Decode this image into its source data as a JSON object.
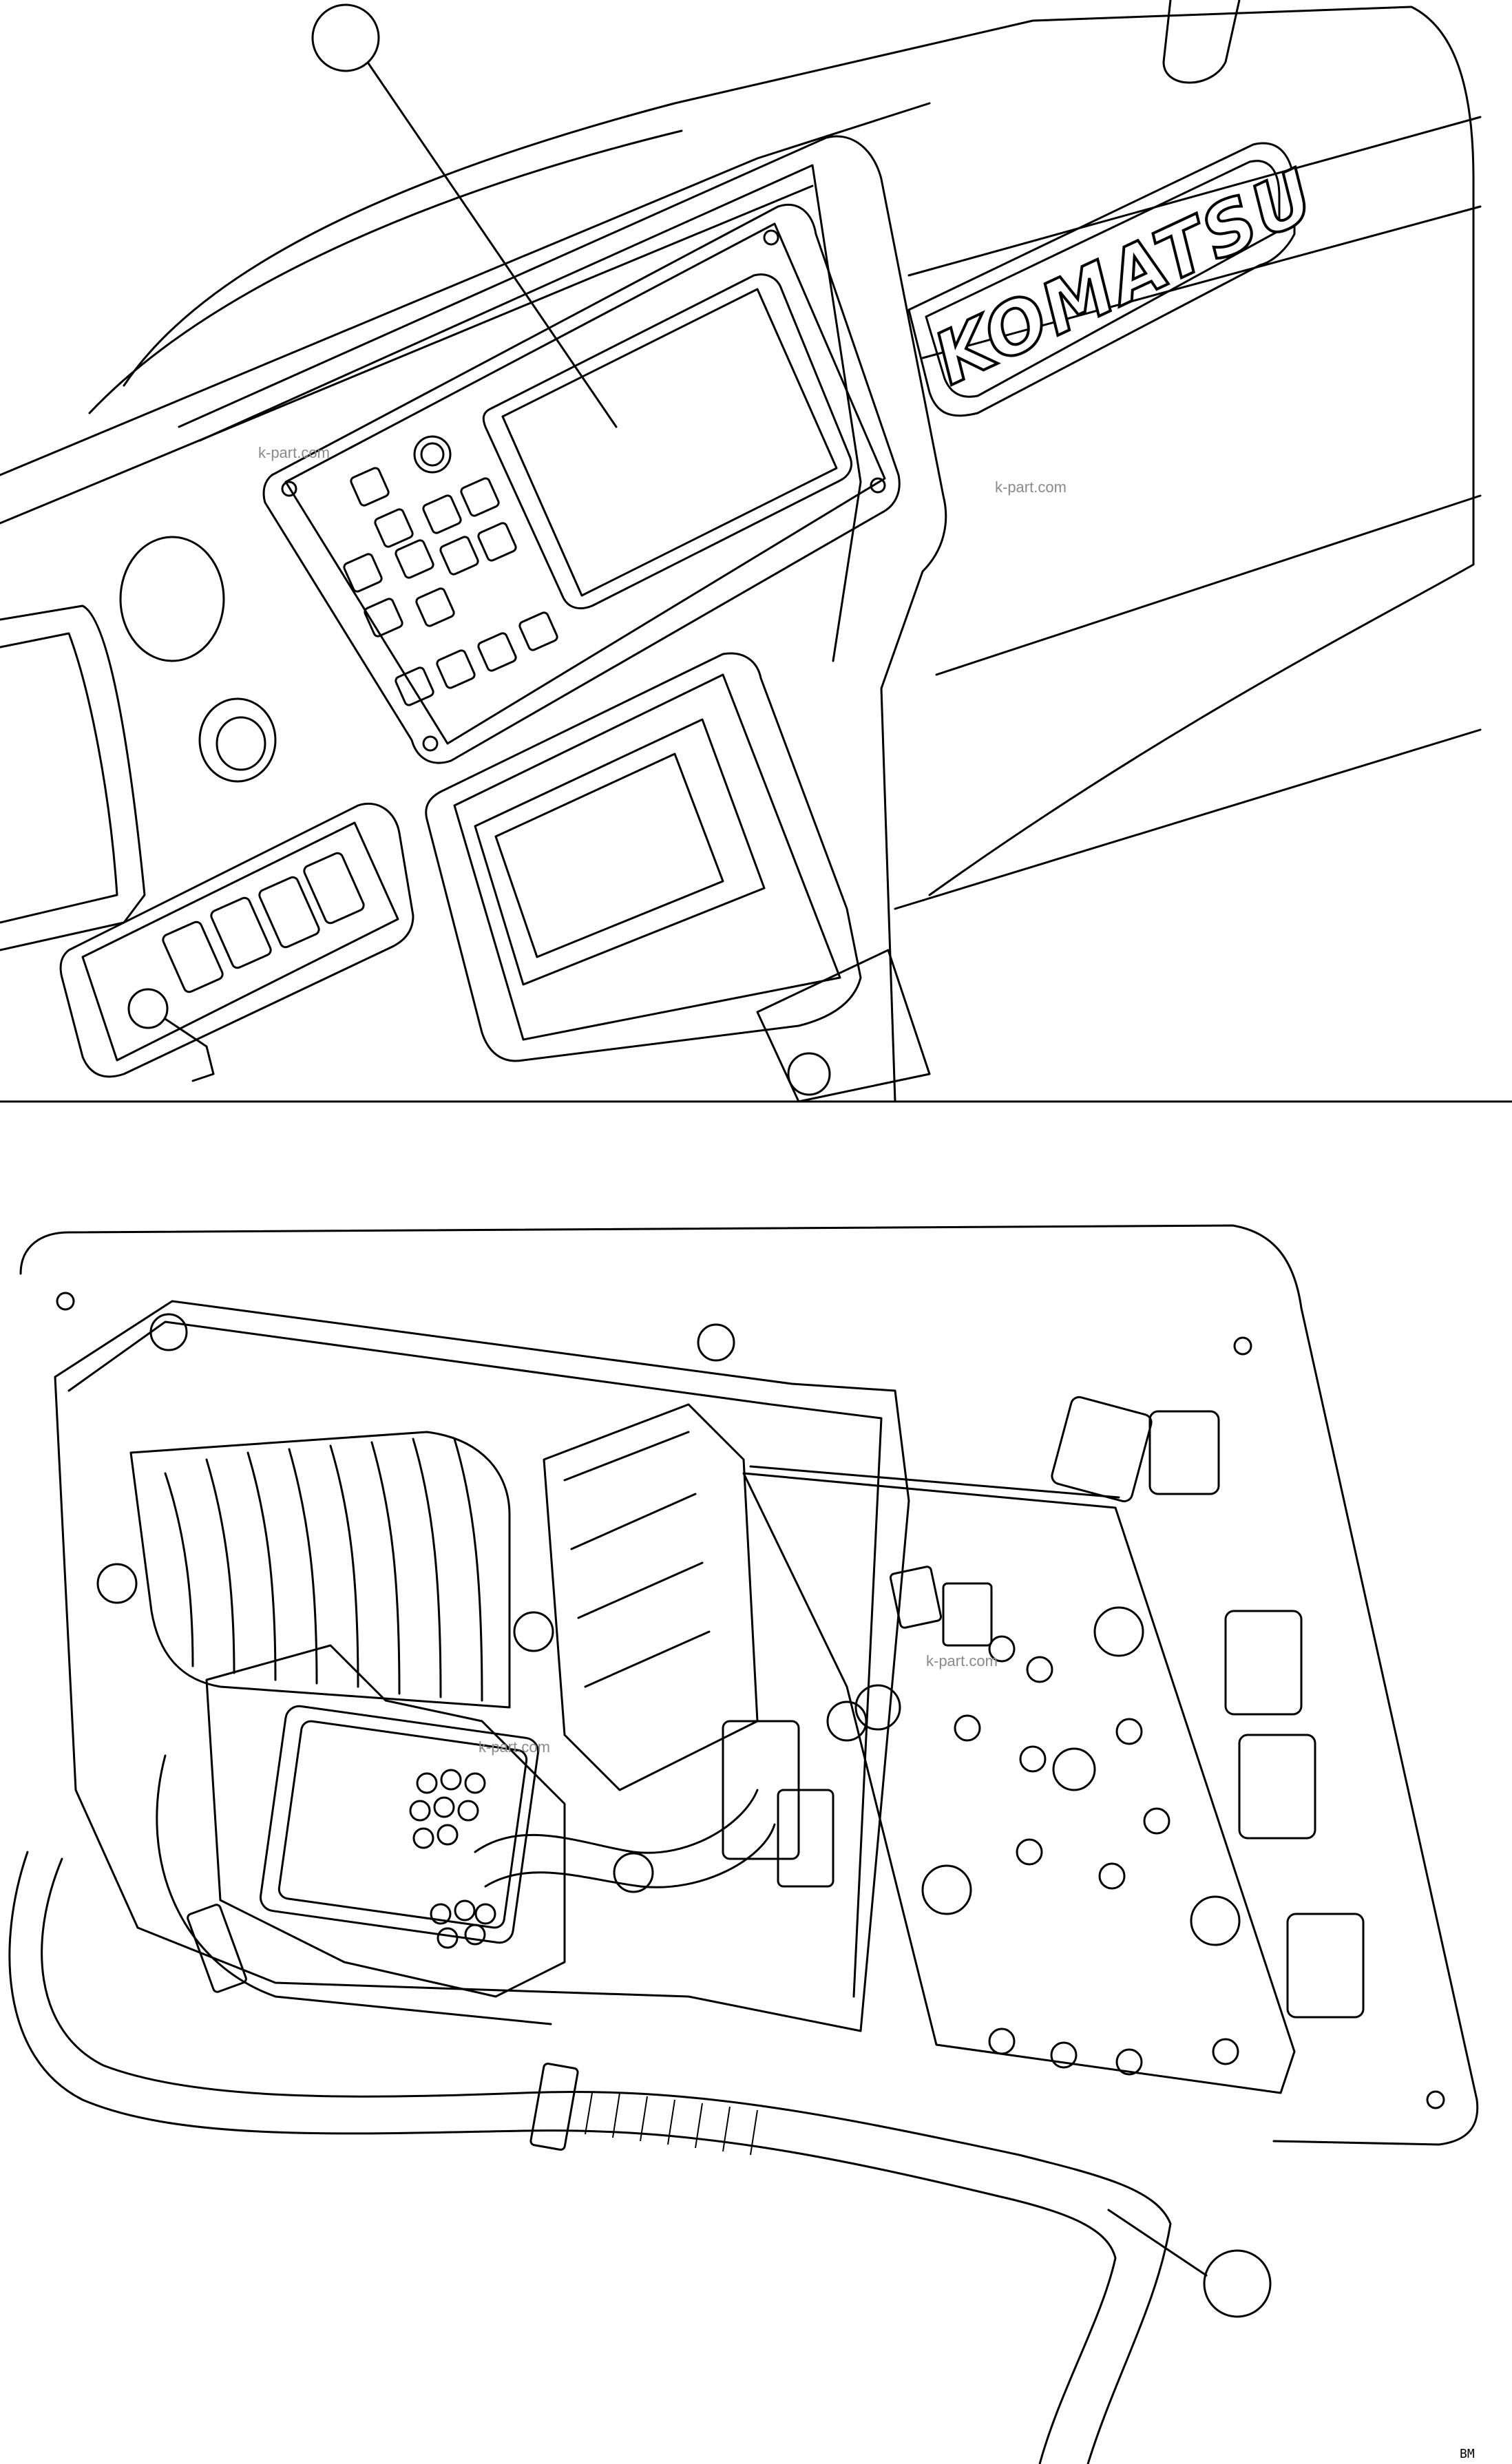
{
  "figure": {
    "brand_logo": "KOMATSU",
    "watermarks": [
      "k-part.com",
      "k-part.com",
      "k-part.com",
      "k-part.com"
    ],
    "callouts": [
      {
        "label": ""
      },
      {
        "label": ""
      }
    ],
    "corner_code": "BM"
  },
  "colors": {
    "line": "#000000",
    "background": "#ffffff",
    "watermark": "#8a8a8a"
  }
}
